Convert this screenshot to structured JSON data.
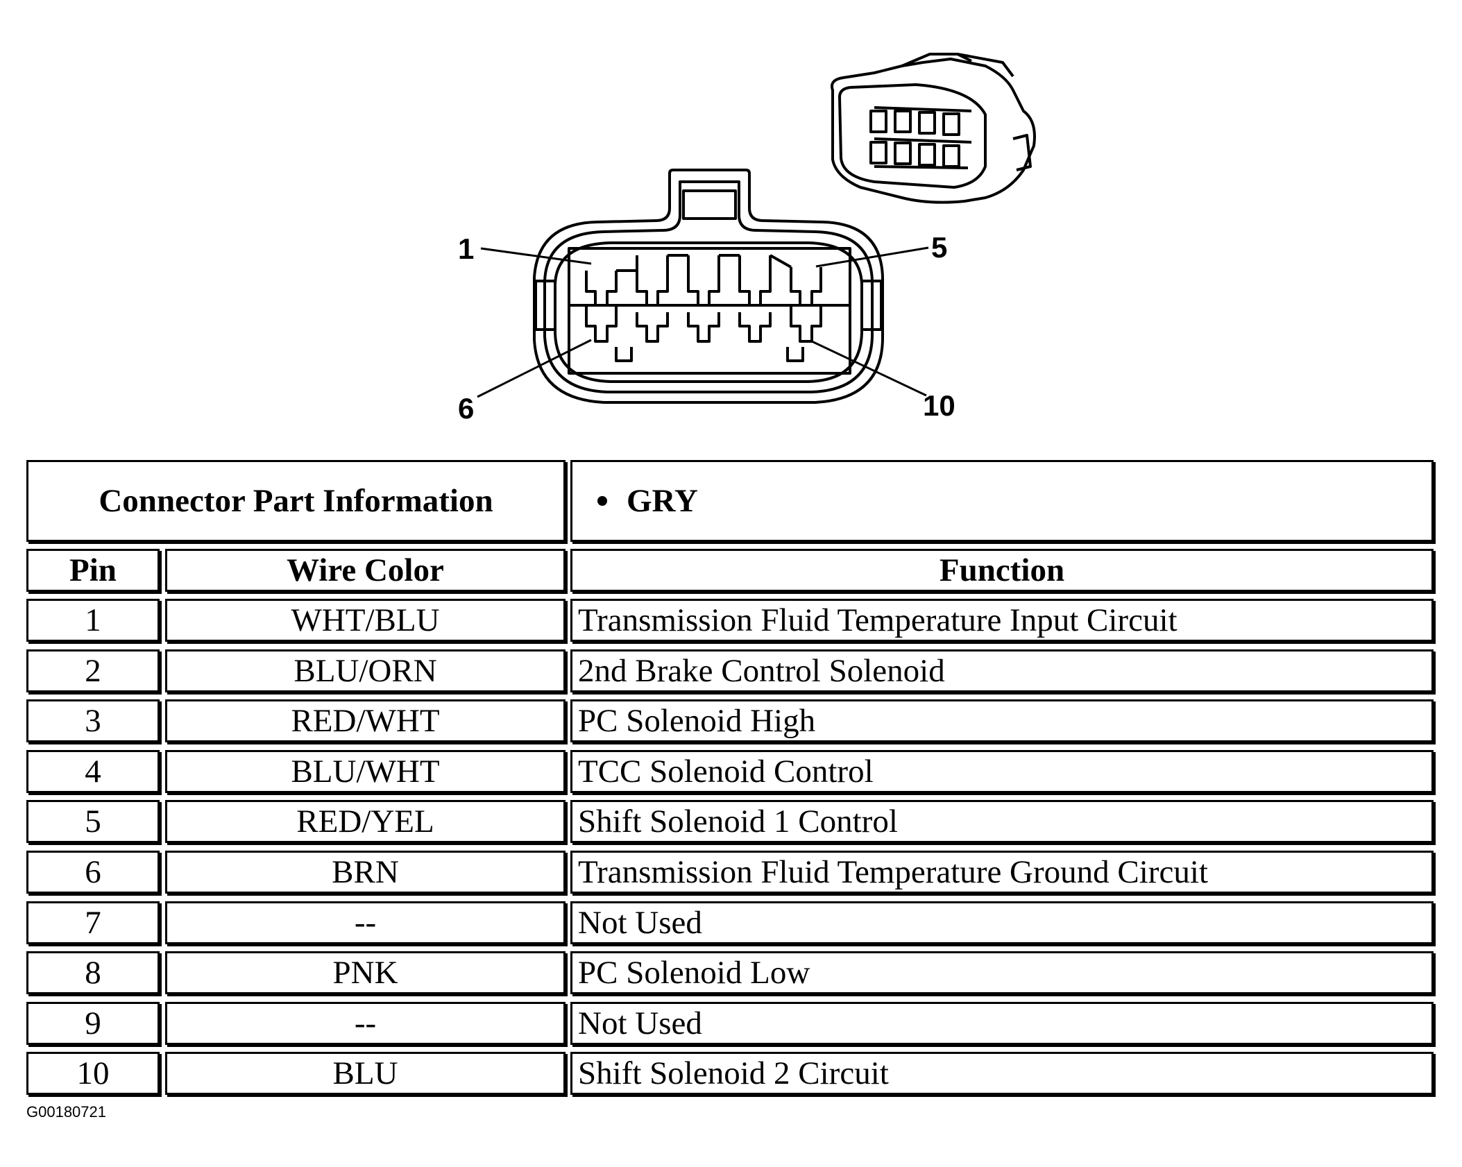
{
  "connector": {
    "callouts": {
      "pin_1": "1",
      "pin_5": "5",
      "pin_6": "6",
      "pin_10": "10"
    }
  },
  "table": {
    "header_label": "Connector Part Information",
    "header_value": "GRY",
    "columns": [
      "Pin",
      "Wire Color",
      "Function"
    ],
    "rows": [
      {
        "pin": "1",
        "wire_color": "WHT/BLU",
        "function": "Transmission Fluid Temperature Input Circuit"
      },
      {
        "pin": "2",
        "wire_color": "BLU/ORN",
        "function": "2nd Brake Control Solenoid"
      },
      {
        "pin": "3",
        "wire_color": "RED/WHT",
        "function": "PC Solenoid High"
      },
      {
        "pin": "4",
        "wire_color": "BLU/WHT",
        "function": "TCC Solenoid Control"
      },
      {
        "pin": "5",
        "wire_color": "RED/YEL",
        "function": "Shift Solenoid 1 Control"
      },
      {
        "pin": "6",
        "wire_color": "BRN",
        "function": "Transmission Fluid Temperature Ground Circuit"
      },
      {
        "pin": "7",
        "wire_color": "--",
        "function": "Not Used"
      },
      {
        "pin": "8",
        "wire_color": "PNK",
        "function": "PC Solenoid Low"
      },
      {
        "pin": "9",
        "wire_color": "--",
        "function": "Not Used"
      },
      {
        "pin": "10",
        "wire_color": "BLU",
        "function": "Shift Solenoid 2 Circuit"
      }
    ]
  },
  "figure_id": "G00180721"
}
